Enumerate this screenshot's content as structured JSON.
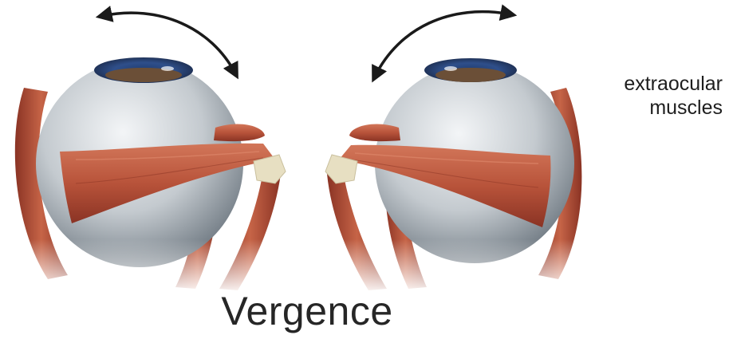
{
  "diagram": {
    "caption": "Vergence",
    "label": {
      "line1": "extraocular",
      "line2": "muscles"
    },
    "colors": {
      "muscle": "#b8533a",
      "muscle_dark": "#8a3324",
      "eyeball": "#bcc3c9",
      "tendon": "#e7dfc2",
      "iris": "#5b4634",
      "arrow": "#1a1a1a"
    },
    "icons": [
      "double-headed-curved-arrow",
      "eyeball",
      "extraocular-muscle",
      "tendon-attachment"
    ]
  }
}
